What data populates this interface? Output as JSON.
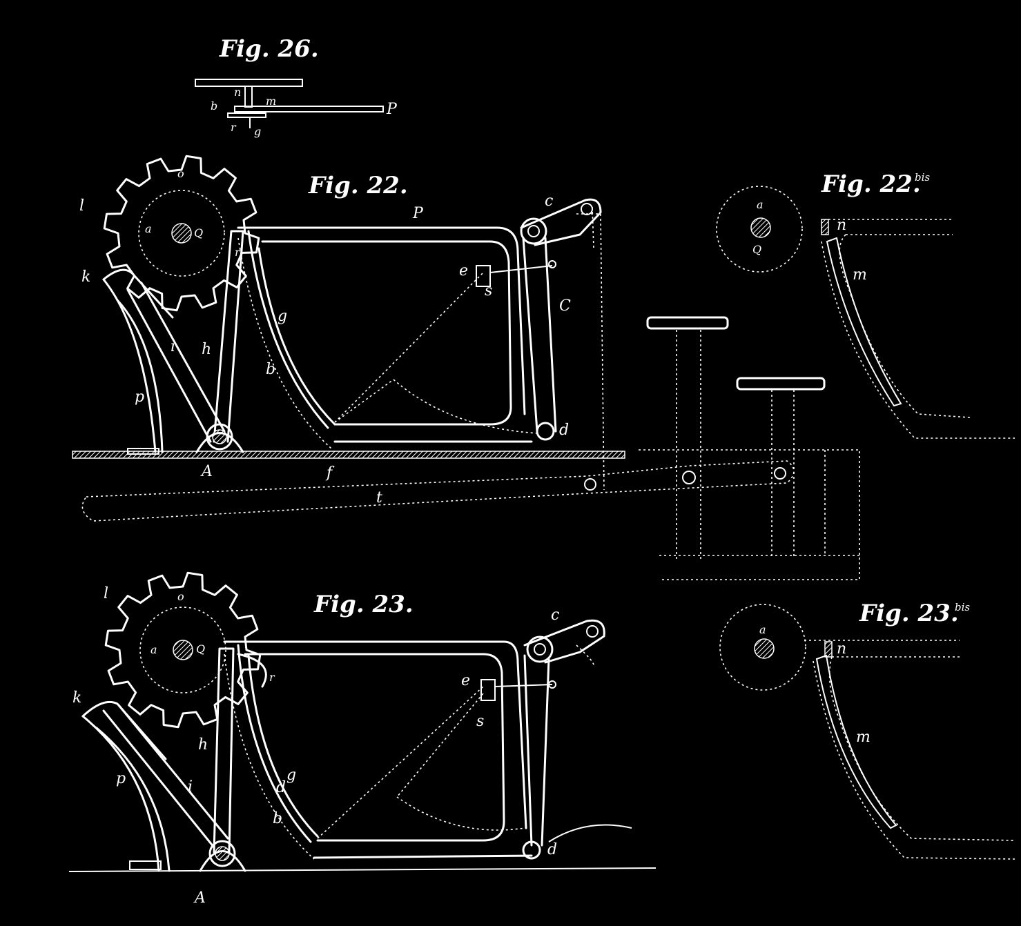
{
  "figures": {
    "fig26": {
      "title": "Fig. 26."
    },
    "fig22": {
      "title": "Fig. 22."
    },
    "fig22bis": {
      "title": "Fig. 22.",
      "sup": "bis"
    },
    "fig23": {
      "title": "Fig. 23."
    },
    "fig23bis": {
      "title": "Fig. 23.",
      "sup": "bis"
    }
  },
  "labels": {
    "fig26": {
      "n": "n",
      "m": "m",
      "b": "b",
      "P": "P",
      "r": "r",
      "g": "g"
    },
    "fig22": {
      "o": "o",
      "l": "l",
      "a": "a",
      "Q": "Q",
      "k": "k",
      "r": "r",
      "i": "i",
      "h": "h",
      "p": "p",
      "A": "A",
      "b": "b",
      "g": "g",
      "P": "P",
      "e": "e",
      "s": "s",
      "c": "c",
      "C": "C",
      "d": "d",
      "f": "f",
      "t": "t"
    },
    "fig22bis": {
      "a": "a",
      "Q": "Q",
      "n": "n",
      "m": "m"
    },
    "fig23": {
      "l": "l",
      "o": "o",
      "a": "a",
      "Q": "Q",
      "k": "k",
      "r": "r",
      "h": "h",
      "p": "p",
      "i": "i",
      "A": "A",
      "b": "b",
      "g": "g",
      "d": "d",
      "e": "e",
      "s": "s",
      "c": "c",
      "d2": "d"
    },
    "fig23bis": {
      "a": "a",
      "n": "n",
      "m": "m"
    }
  }
}
